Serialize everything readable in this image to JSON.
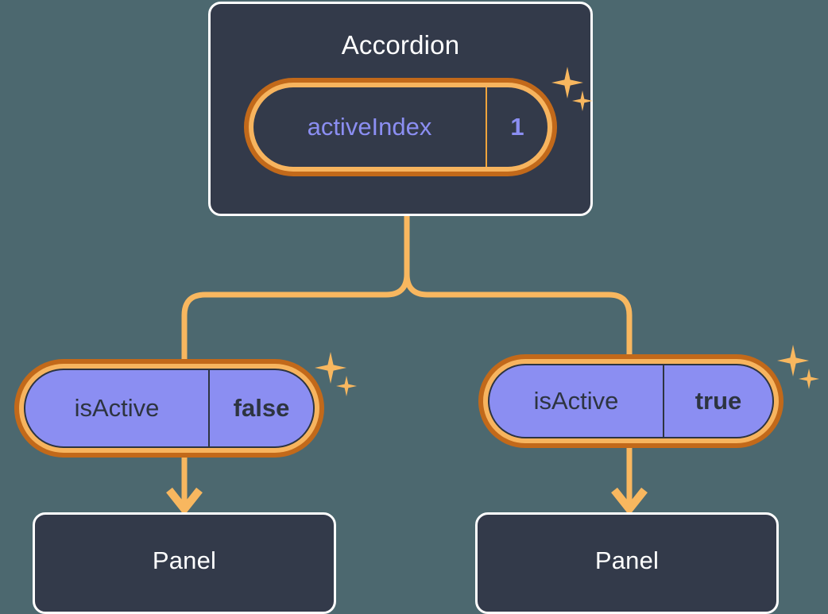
{
  "diagram": {
    "background_color": "#4c686f",
    "accent_color": "#f8b75f",
    "ring_outer_color": "#c2691a",
    "state_fill_color": "#8b8ef2",
    "node_fill_color": "#333a4a",
    "node_border_color": "#ffffff"
  },
  "root": {
    "title": "Accordion",
    "state": {
      "key": "activeIndex",
      "value": "1"
    },
    "sparkle_large": "sparkle-icon",
    "sparkle_small": "sparkle-icon"
  },
  "branches": [
    {
      "state": {
        "key": "isActive",
        "value": "false"
      },
      "child": {
        "title": "Panel"
      },
      "sparkle_large": "sparkle-icon",
      "sparkle_small": "sparkle-icon"
    },
    {
      "state": {
        "key": "isActive",
        "value": "true"
      },
      "child": {
        "title": "Panel"
      },
      "sparkle_large": "sparkle-icon",
      "sparkle_small": "sparkle-icon"
    }
  ]
}
